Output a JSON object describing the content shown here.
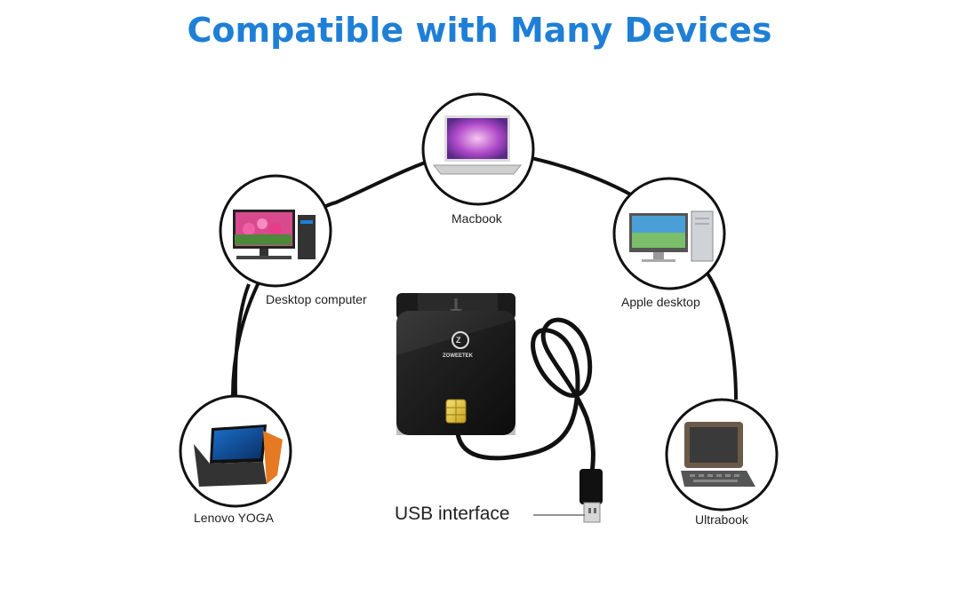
{
  "title": "Compatible with Many Devices",
  "devices": {
    "macbook": "Macbook",
    "desktop": "Desktop computer",
    "apple_desktop": "Apple desktop",
    "lenovo": "Lenovo YOGA",
    "ultrabook": "Ultrabook"
  },
  "usb_label": "USB interface",
  "brand": "ZOWEETEK",
  "colors": {
    "title": "#1f7fd6",
    "reader_body": "#222222",
    "chip": "#e2c23a",
    "cable": "#111111"
  }
}
